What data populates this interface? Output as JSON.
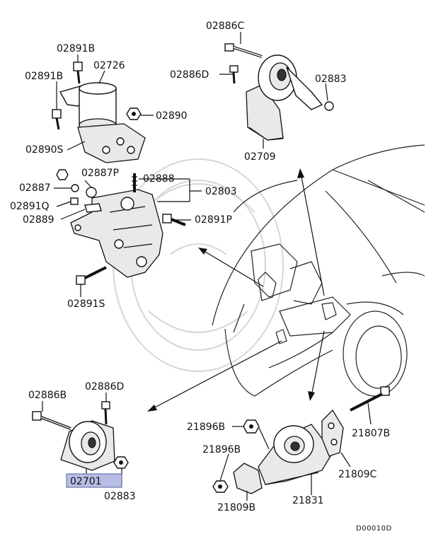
{
  "labels": {
    "l02886C": "02886C",
    "l02886D_top": "02886D",
    "l02883_top": "02883",
    "l02709": "02709",
    "l02891B_1": "02891B",
    "l02891B_2": "02891B",
    "l02726": "02726",
    "l02890": "02890",
    "l02890S": "02890S",
    "l02887P": "02887P",
    "l02888": "02888",
    "l02803": "02803",
    "l02887": "02887",
    "l02891Q": "02891Q",
    "l02889": "02889",
    "l02891P": "02891P",
    "l02891S": "02891S",
    "l02886B": "02886B",
    "l02886D_bot": "02886D",
    "l02701": "02701",
    "l02883_bot": "02883",
    "l21896B_1": "21896B",
    "l21896B_2": "21896B",
    "l21807B": "21807B",
    "l21809C": "21809C",
    "l21809B": "21809B",
    "l21831": "21831",
    "code": "D00010D"
  },
  "colors": {
    "highlight": "#b7bde4",
    "highlight_border": "#5a6396",
    "line": "#111111"
  }
}
